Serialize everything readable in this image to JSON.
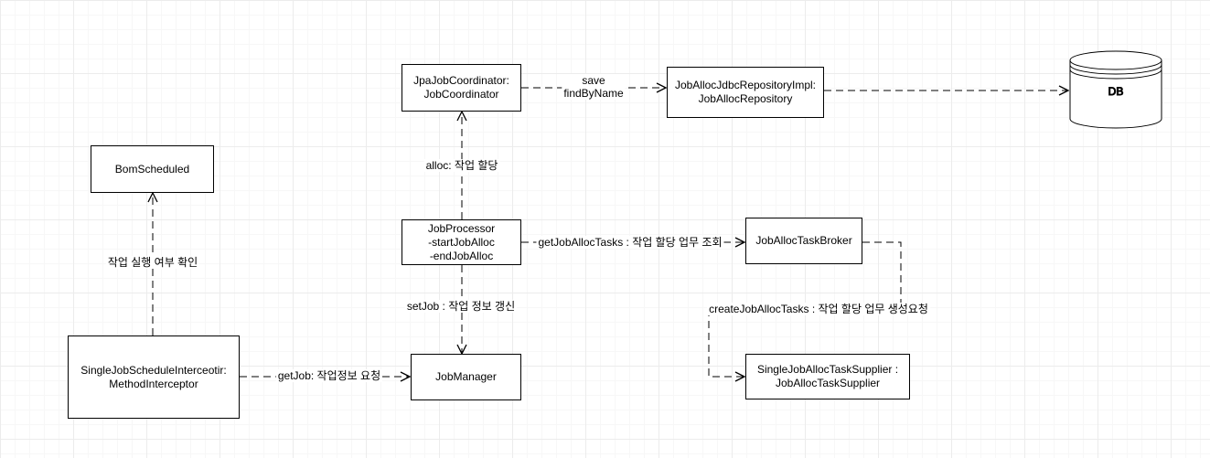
{
  "nodes": {
    "coordinator": {
      "label": "JpaJobCoordinator:\nJobCoordinator"
    },
    "repository": {
      "label": "JobAllocJdbcRepositoryImpl:\nJobAllocRepository"
    },
    "db": {
      "label": "DB"
    },
    "bom_scheduled": {
      "label": "BomScheduled"
    },
    "processor": {
      "label": "JobProcessor\n-startJobAlloc\n-endJobAlloc"
    },
    "broker": {
      "label": "JobAllocTaskBroker"
    },
    "interceptor": {
      "label": "SingleJobScheduleInterceotir:\nMethodInterceptor"
    },
    "job_manager": {
      "label": "JobManager"
    },
    "supplier": {
      "label": "SingleJobAllocTaskSupplier :\nJobAllocTaskSupplier"
    }
  },
  "edges": {
    "save_find": {
      "label": "save\nfindByName"
    },
    "alloc": {
      "label": "alloc: 작업 할당"
    },
    "get_tasks": {
      "label": "getJobAllocTasks : 작업 할당 업무 조회"
    },
    "check_run": {
      "label": "작업 실행 여부 확인"
    },
    "set_job": {
      "label": "setJob : 작업 정보 갱신"
    },
    "create_tasks": {
      "label": "createJobAllocTasks : 작업 할당 업무 생성요청"
    },
    "get_job": {
      "label": "getJob: 작업정보 요청"
    }
  },
  "colors": {
    "stroke": "#000000",
    "background": "#ffffff",
    "grid": "#ececec"
  }
}
